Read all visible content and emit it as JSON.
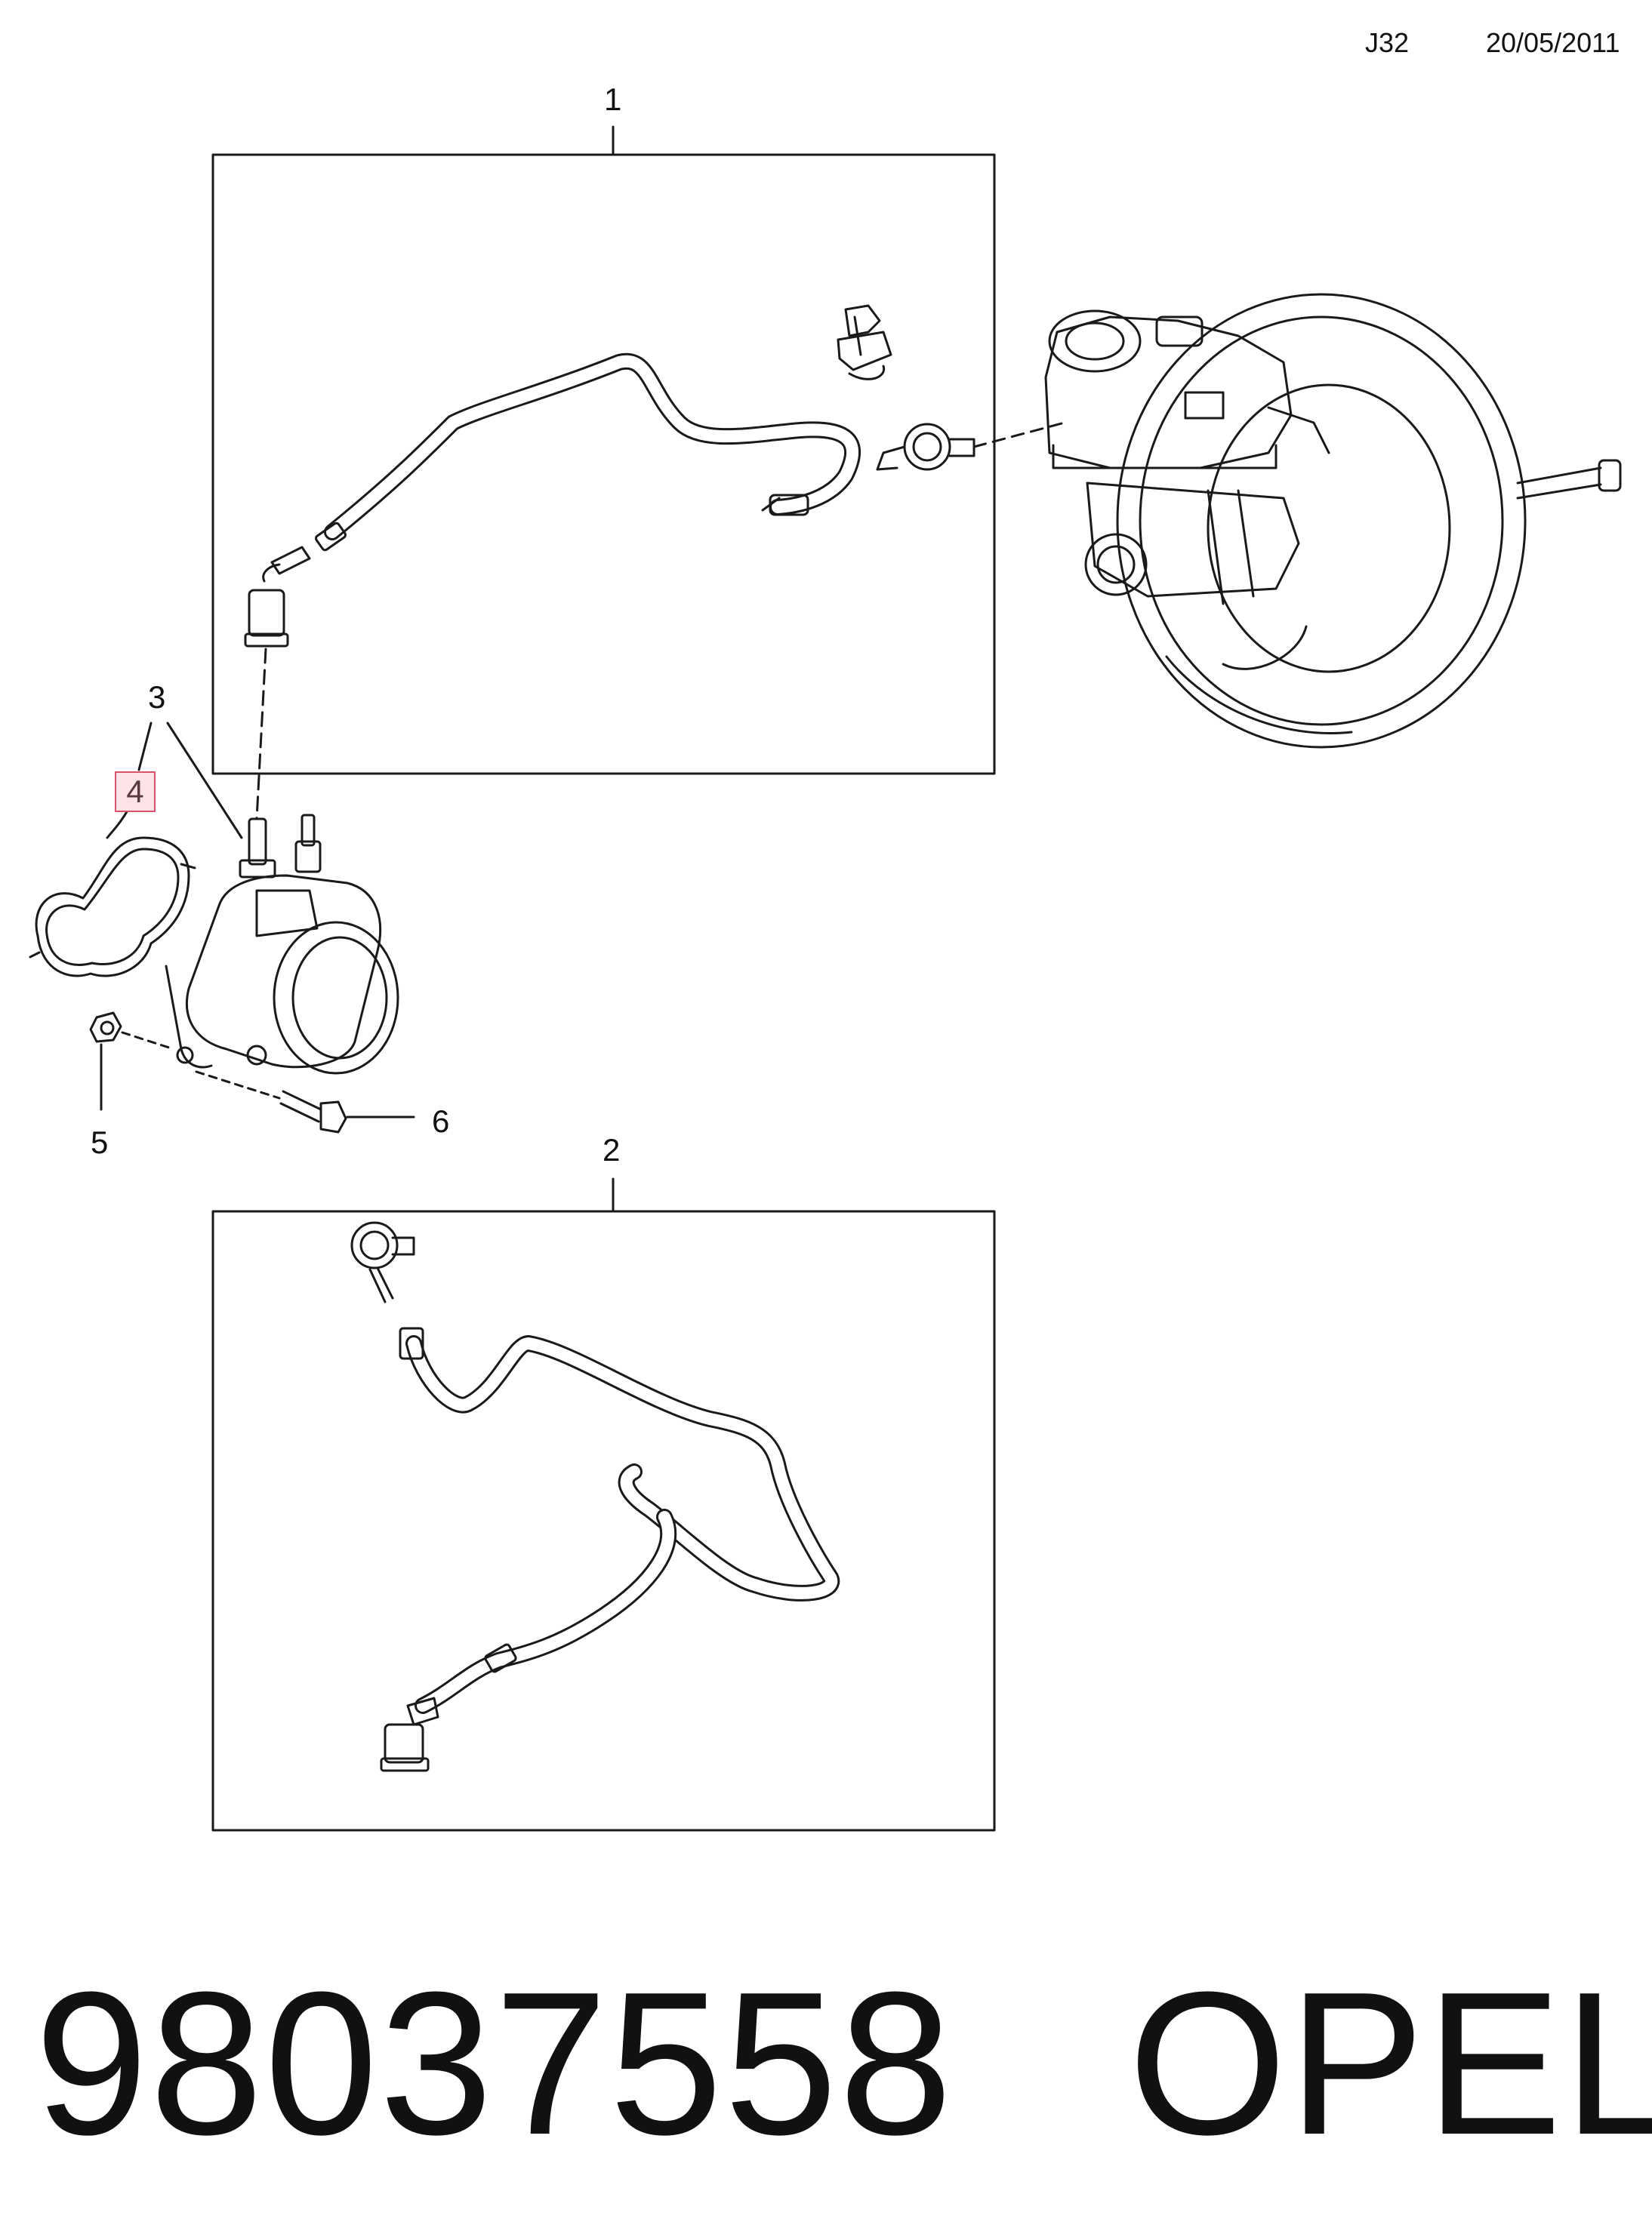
{
  "header": {
    "code": "J32",
    "date": "20/05/2011"
  },
  "callouts": {
    "c1": "1",
    "c2": "2",
    "c3": "3",
    "c4": "4",
    "c5": "5",
    "c6": "6"
  },
  "footer": {
    "part_number": "98037558",
    "brand": "OPEL"
  },
  "colors": {
    "line": "#1a1a1a",
    "highlight_border": "#d9546b",
    "highlight_fill": "#fbe3e6"
  }
}
